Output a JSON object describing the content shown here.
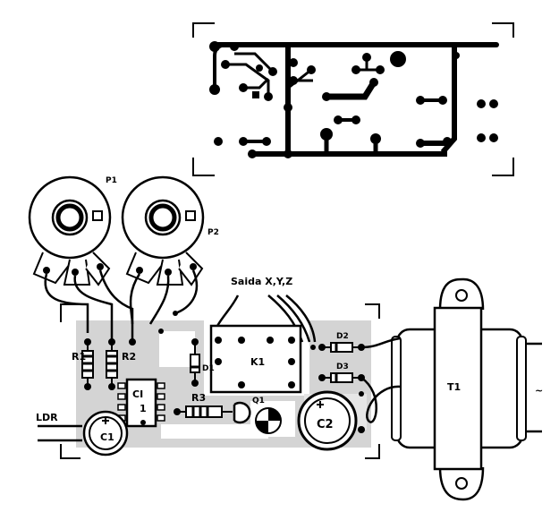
{
  "labels": {
    "p1": "P1",
    "p2": "P2",
    "saida": "Saida X,Y,Z",
    "r1": "R1",
    "r2": "R2",
    "d1": "D1",
    "k1": "K1",
    "d2": "D2",
    "d3": "D3",
    "t1": "T1",
    "ci": "CI",
    "ci_num": "1",
    "r3": "R3",
    "q1": "Q1",
    "ldr": "LDR",
    "c1": "C1",
    "c2": "C2",
    "ac_symbol": "~"
  },
  "colors": {
    "ink": "#000000",
    "board": "#d4d4d4",
    "paper": "#ffffff"
  }
}
